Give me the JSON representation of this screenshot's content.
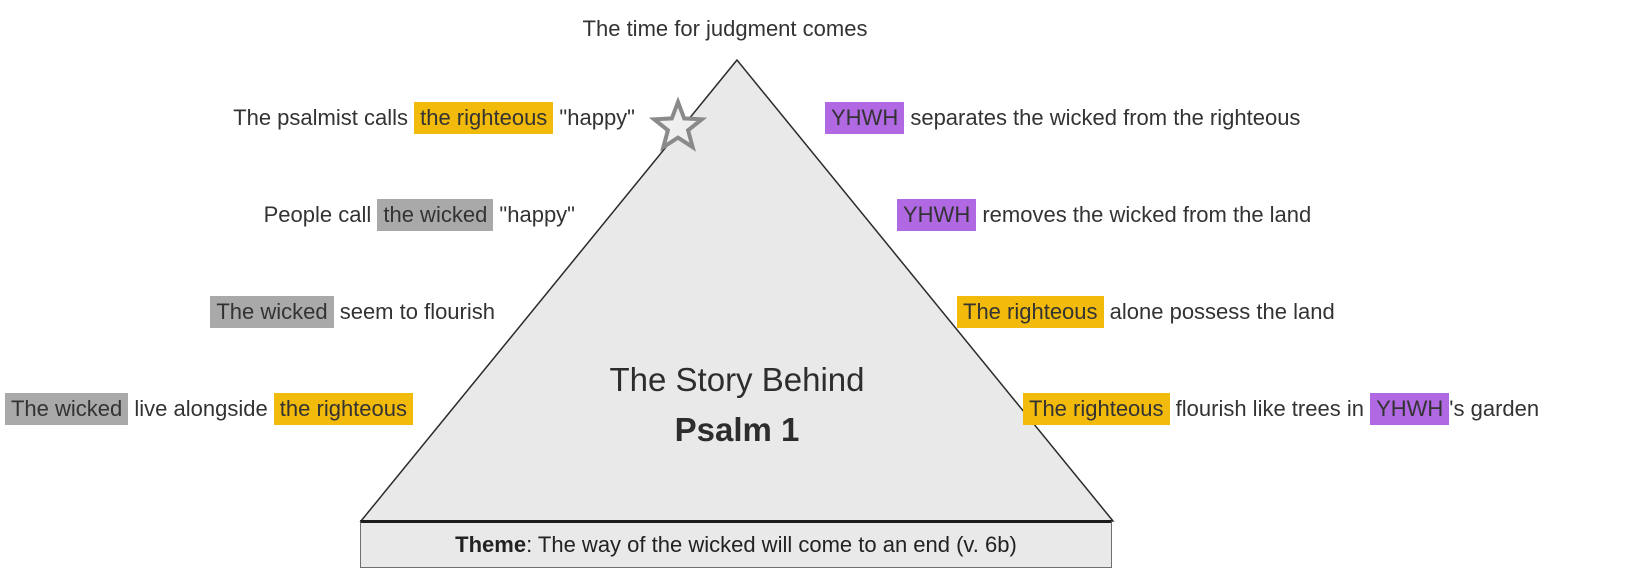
{
  "top_label": "The time for judgment comes",
  "pyramid": {
    "title_line1": "The Story Behind",
    "title_line2": "Psalm 1"
  },
  "theme_bar": {
    "label": "Theme",
    "text": ": The way of the wicked will come to an end (v. 6b)"
  },
  "colors": {
    "highlight_yellow": "#F2BA0B",
    "highlight_gray": "#A9A9A9",
    "highlight_purple": "#B168E3",
    "pyramid_fill": "#E9E9E9",
    "pyramid_stroke": "#2A2A2A",
    "star_stroke": "#8A8A8A",
    "text": "#333333"
  },
  "rows": {
    "left": [
      {
        "segments": [
          {
            "text": "The psalmist calls ",
            "highlight": "none"
          },
          {
            "text": "the righteous",
            "highlight": "yellow"
          },
          {
            "text": " \"happy\"",
            "highlight": "none"
          }
        ]
      },
      {
        "segments": [
          {
            "text": "People call ",
            "highlight": "none"
          },
          {
            "text": "the wicked",
            "highlight": "gray"
          },
          {
            "text": " \"happy\"",
            "highlight": "none"
          }
        ]
      },
      {
        "segments": [
          {
            "text": "The wicked",
            "highlight": "gray"
          },
          {
            "text": " seem to flourish",
            "highlight": "none"
          }
        ]
      },
      {
        "segments": [
          {
            "text": "The wicked",
            "highlight": "gray"
          },
          {
            "text": " live alongside ",
            "highlight": "none"
          },
          {
            "text": "the righteous",
            "highlight": "yellow"
          }
        ]
      }
    ],
    "right": [
      {
        "segments": [
          {
            "text": "YHWH",
            "highlight": "purple"
          },
          {
            "text": " separates the wicked from the righteous",
            "highlight": "none"
          }
        ]
      },
      {
        "segments": [
          {
            "text": "YHWH",
            "highlight": "purple"
          },
          {
            "text": " removes the wicked from the land",
            "highlight": "none"
          }
        ]
      },
      {
        "segments": [
          {
            "text": "The righteous",
            "highlight": "yellow"
          },
          {
            "text": " alone possess the land",
            "highlight": "none"
          }
        ]
      },
      {
        "segments": [
          {
            "text": "The righteous",
            "highlight": "yellow"
          },
          {
            "text": " flourish like trees in ",
            "highlight": "none"
          },
          {
            "text": "YHWH",
            "highlight": "purple"
          },
          {
            "text": "'s garden",
            "highlight": "none"
          }
        ]
      }
    ]
  }
}
